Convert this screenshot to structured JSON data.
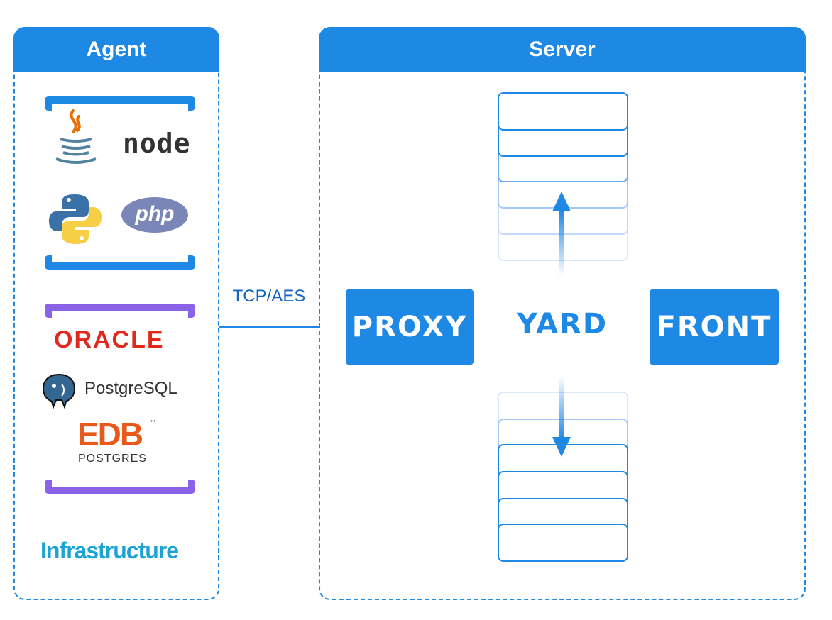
{
  "agent": {
    "title": "Agent",
    "languages": [
      {
        "icon": "java-icon"
      },
      {
        "icon": "nodejs-icon",
        "text": "node"
      },
      {
        "icon": "python-icon"
      },
      {
        "icon": "php-icon",
        "text": "php"
      }
    ],
    "databases": [
      {
        "icon": "oracle-icon",
        "text": "ORACLE"
      },
      {
        "icon": "postgresql-icon",
        "text": "PostgreSQL"
      },
      {
        "icon": "edb-postgres-icon",
        "text": "EDB",
        "subtext": "POSTGRES"
      }
    ],
    "infrastructure_label": "Infrastructure"
  },
  "connection": {
    "label": "TCP/AES"
  },
  "server": {
    "title": "Server",
    "proxy_label": "PROXY",
    "yard_label": "YARD",
    "front_label": "FRONT"
  },
  "colors": {
    "primary": "#1e88e5",
    "purple": "#8a63e8",
    "oracle_red": "#e0281d",
    "infra_cyan": "#1ba3d6"
  }
}
